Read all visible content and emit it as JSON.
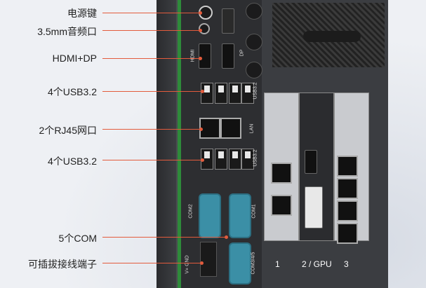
{
  "labels": [
    {
      "text": "电源键"
    },
    {
      "text": "3.5mm音频口"
    },
    {
      "text": "HDMI+DP"
    },
    {
      "text": "4个USB3.2"
    },
    {
      "text": "2个RJ45网口"
    },
    {
      "text": "4个USB3.2"
    },
    {
      "text": "5个COM"
    },
    {
      "text": "可插拔接线端子"
    }
  ],
  "silkscreen": {
    "hdmi": "HDMI",
    "dp": "DP",
    "usb_top": "USB3.2",
    "lan": "LAN",
    "usb_bottom": "USB3.2",
    "com1": "COM1",
    "com2": "COM2",
    "com345": "COM3/4/5",
    "vgnd": "V+ GND"
  },
  "slots": [
    {
      "number": "1"
    },
    {
      "number": "2 / GPU"
    },
    {
      "number": "3"
    }
  ],
  "colors": {
    "accent_line": "#e35b3c",
    "com_port": "#3b8fa6",
    "green_trim": "#2e8b3a"
  }
}
